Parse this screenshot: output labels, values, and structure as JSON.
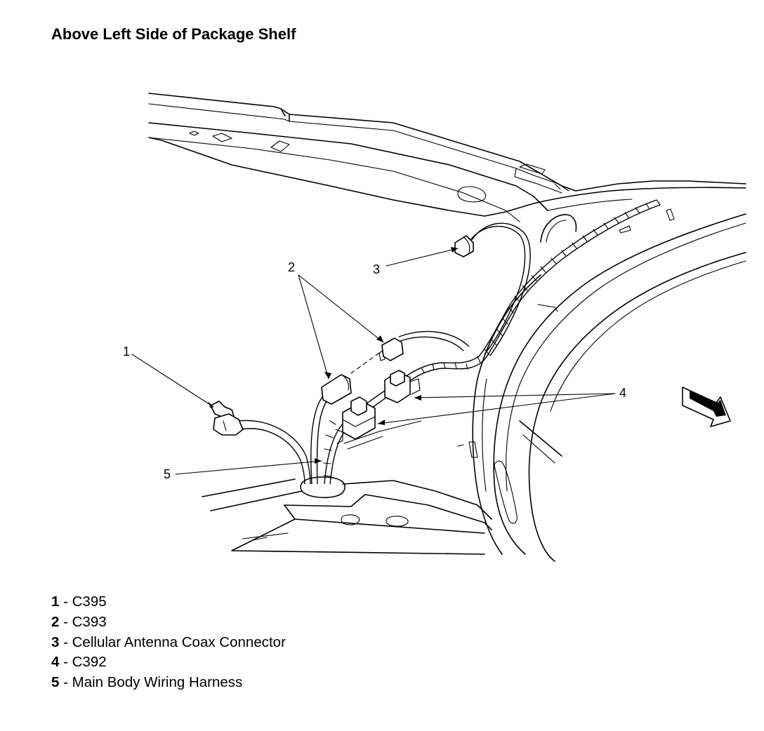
{
  "title": "Above Left Side of Package Shelf",
  "callouts": [
    {
      "number": "1"
    },
    {
      "number": "2"
    },
    {
      "number": "3"
    },
    {
      "number": "4"
    },
    {
      "number": "5"
    }
  ],
  "legend": [
    {
      "number": "1",
      "separator": " - ",
      "text": "C395"
    },
    {
      "number": "2",
      "separator": " - ",
      "text": "C393"
    },
    {
      "number": "3",
      "separator": " - ",
      "text": "Cellular Antenna Coax Connector"
    },
    {
      "number": "4",
      "separator": " - ",
      "text": "C392"
    },
    {
      "number": "5",
      "separator": " - ",
      "text": "Main Body Wiring Harness"
    }
  ],
  "icons": {
    "arrow": "view-direction-arrow-icon"
  }
}
